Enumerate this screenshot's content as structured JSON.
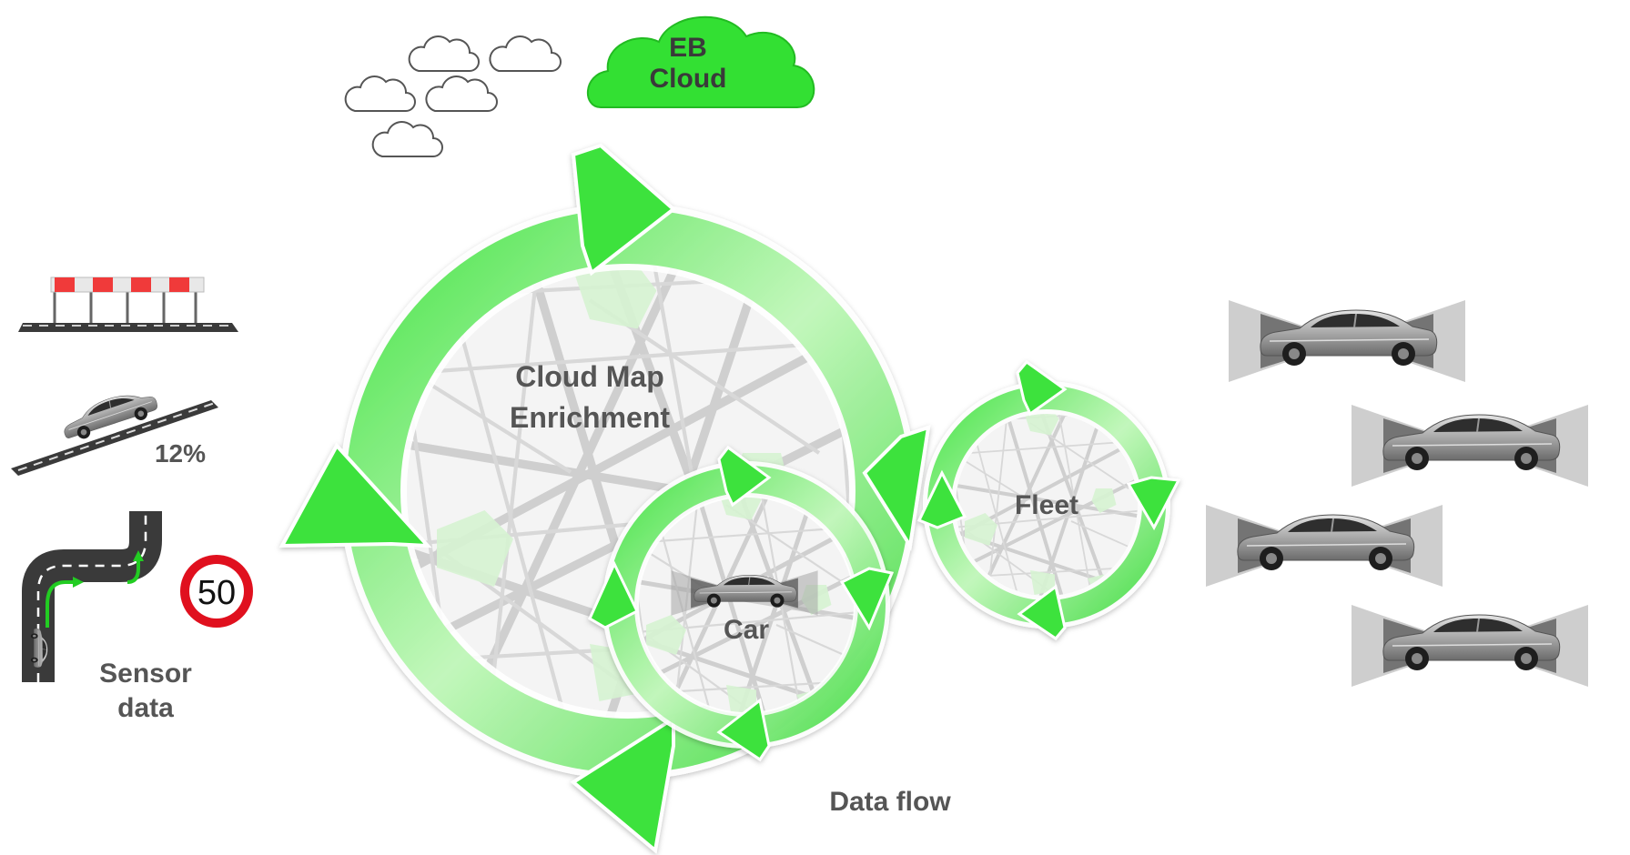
{
  "cloud": {
    "line1": "EB",
    "line2": "Cloud"
  },
  "main_cycle": {
    "line1": "Cloud Map",
    "line2": "Enrichment"
  },
  "car_cycle": {
    "label": "Car"
  },
  "fleet_cycle": {
    "label": "Fleet"
  },
  "data_flow": {
    "label": "Data flow"
  },
  "sensor": {
    "grade_label": "12%",
    "speed_sign_value": "50",
    "caption_line1": "Sensor",
    "caption_line2": "data"
  },
  "colors": {
    "accent_green": "#33dd33",
    "cloud_green": "#33e033",
    "text_gray": "#555555",
    "sign_red": "#e0101e",
    "road_dark": "#3a3a3a"
  }
}
